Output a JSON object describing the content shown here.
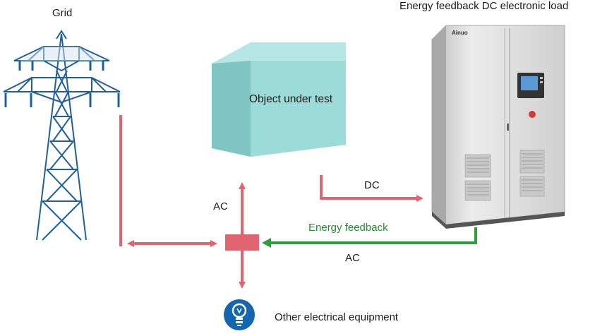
{
  "labels": {
    "grid": "Grid",
    "load": "Energy feedback DC electronic load",
    "dut": "Object under test",
    "dc": "DC",
    "ac_top": "AC",
    "ac_bottom": "AC",
    "feedback": "Energy feedback",
    "equipment": "Other electrical equipment",
    "brand": "Ainuo"
  },
  "colors": {
    "power_line": "#e06571",
    "feedback_line": "#2e9e3a",
    "tower": "#1f5f9e",
    "dut_box": "#8fd6d3",
    "cabinet": "#dcdcdc",
    "bulb_icon": "#1566b0"
  },
  "icons": {
    "tower": "transmission-tower-icon",
    "bulb": "lightbulb-icon",
    "cabinet": "electronic-load-cabinet-icon"
  }
}
